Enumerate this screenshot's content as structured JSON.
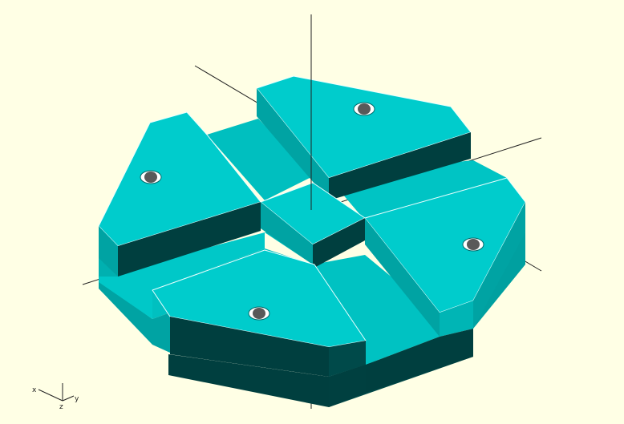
{
  "viewport": {
    "background": "#ffffe5",
    "model": {
      "top_color": "#00cccc",
      "side_light_color": "#00a3a3",
      "side_dark_color": "#003f3f",
      "edge_color": "#e8ffff",
      "holes": 4
    },
    "axes": {
      "color": "#222222",
      "show": true
    },
    "orientation_gizmo": {
      "x_label": "x",
      "y_label": "y",
      "z_label": "z"
    }
  }
}
